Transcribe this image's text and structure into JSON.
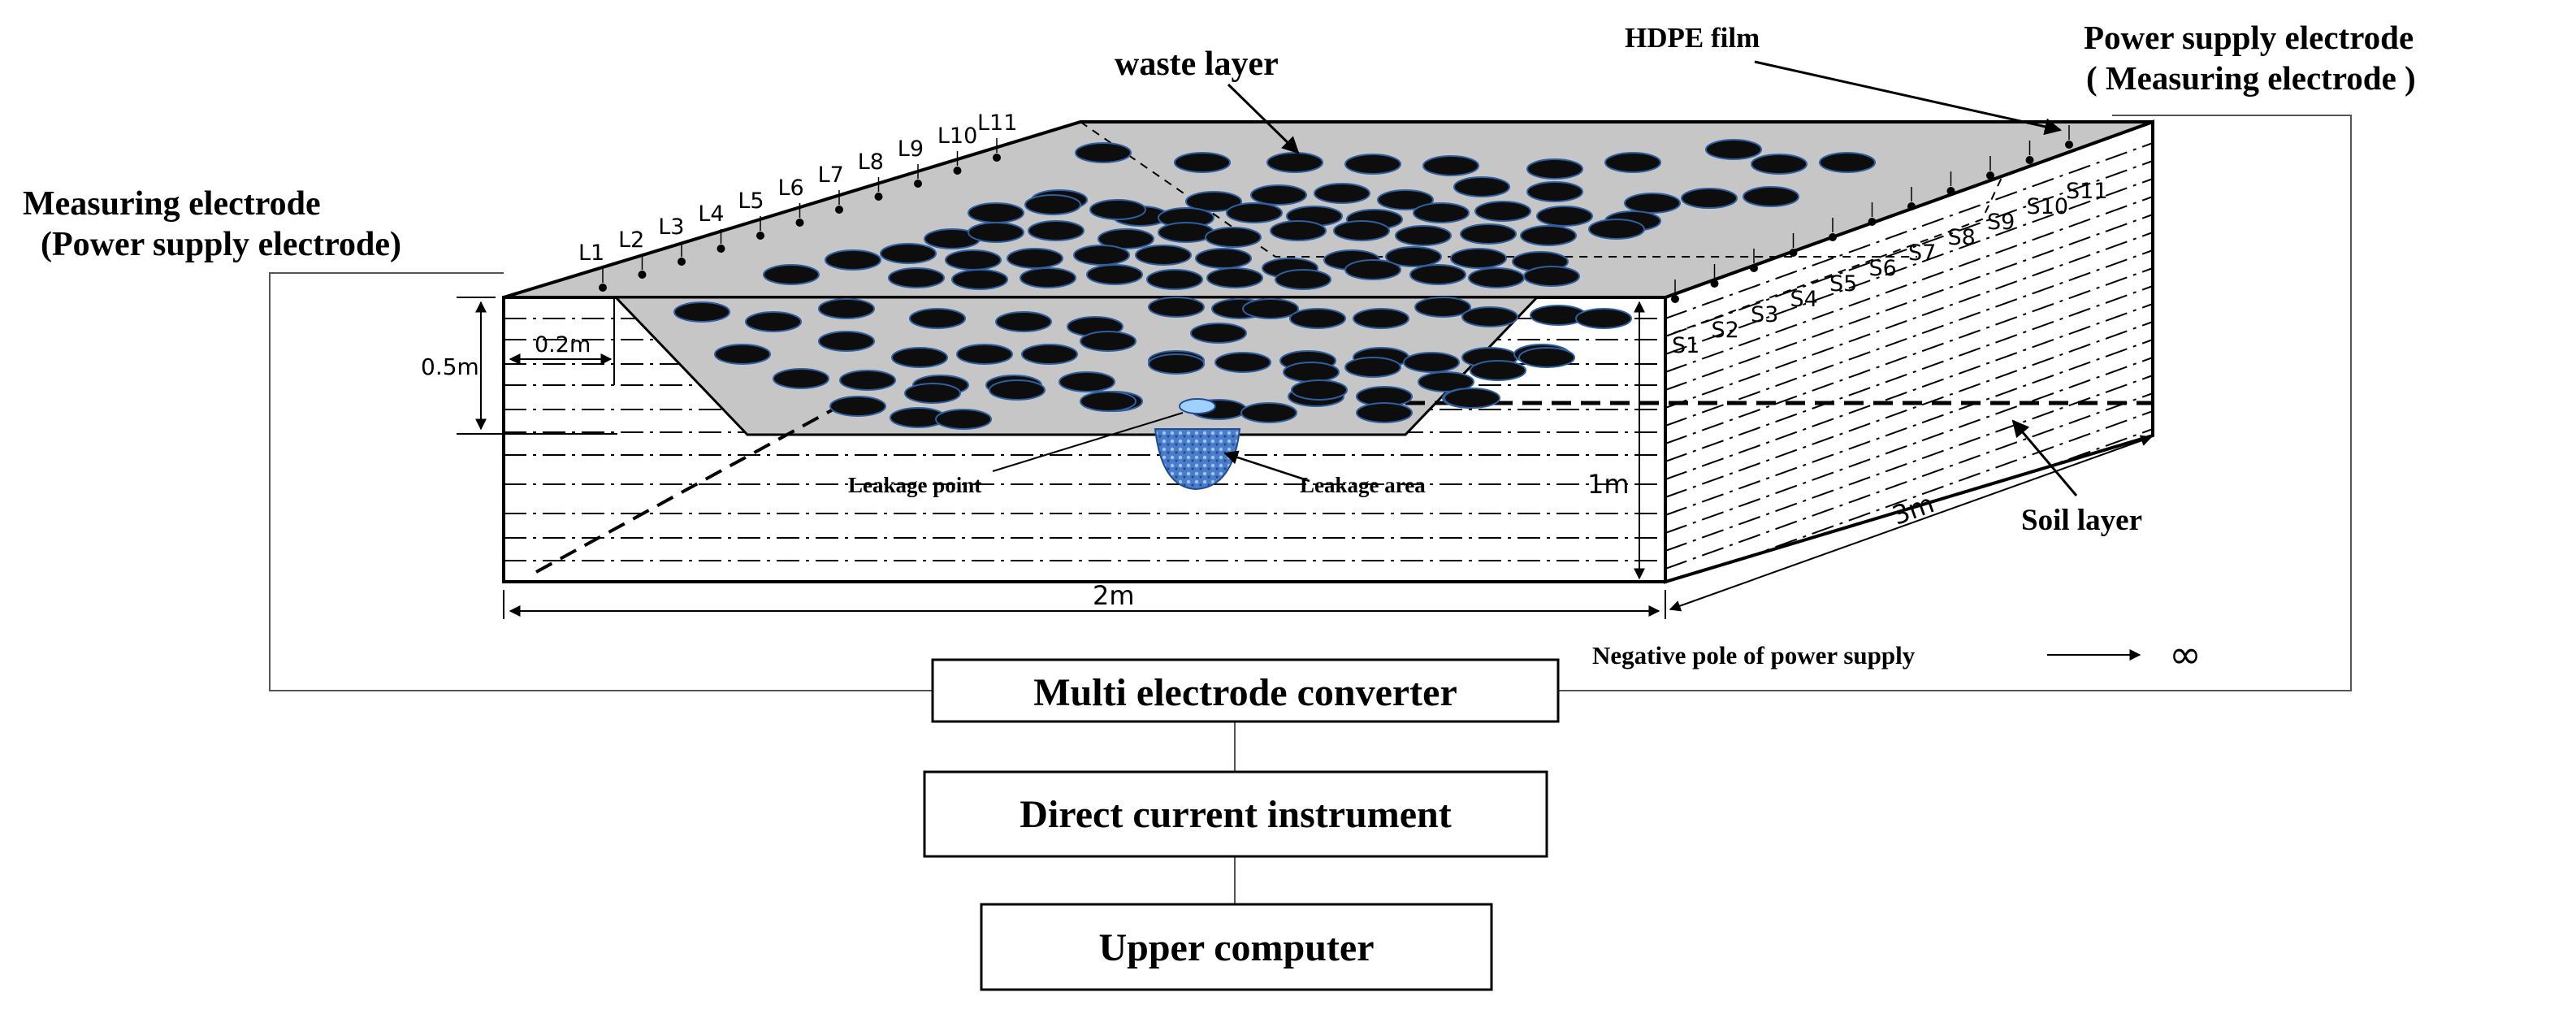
{
  "labels": {
    "waste_layer": "waste layer",
    "hdpe_film": "HDPE film",
    "power_electrode_right_1": "Power supply electrode",
    "power_electrode_right_2": "( Measuring electrode )",
    "measuring_electrode_left_1": "Measuring electrode",
    "measuring_electrode_left_2": "(Power supply electrode)",
    "leakage_point": "Leakage point",
    "leakage_area": "Leakage area",
    "soil_layer": "Soil layer",
    "negative_pole": "Negative pole of power supply",
    "infinity": "∞"
  },
  "dimensions": {
    "depth_waste": "0.5m",
    "slope_offset": "0.2m",
    "depth_total": "1m",
    "width": "2m",
    "length": "3m"
  },
  "electrodes_left": [
    "L1",
    "L2",
    "L3",
    "L4",
    "L5",
    "L6",
    "L7",
    "L8",
    "L9",
    "L10",
    "L11"
  ],
  "electrodes_right": [
    "S1",
    "S2",
    "S3",
    "S4",
    "S5",
    "S6",
    "S7",
    "S8",
    "S9",
    "S10",
    "S11"
  ],
  "flow_boxes": {
    "converter": "Multi electrode converter",
    "dc_instrument": "Direct current instrument",
    "computer": "Upper computer"
  },
  "colors": {
    "waste_fill": "#c6c6c6",
    "pebble": "#0d0d0d",
    "pebble_rim": "#2e5f9e",
    "leak": "#4a7cc9"
  }
}
